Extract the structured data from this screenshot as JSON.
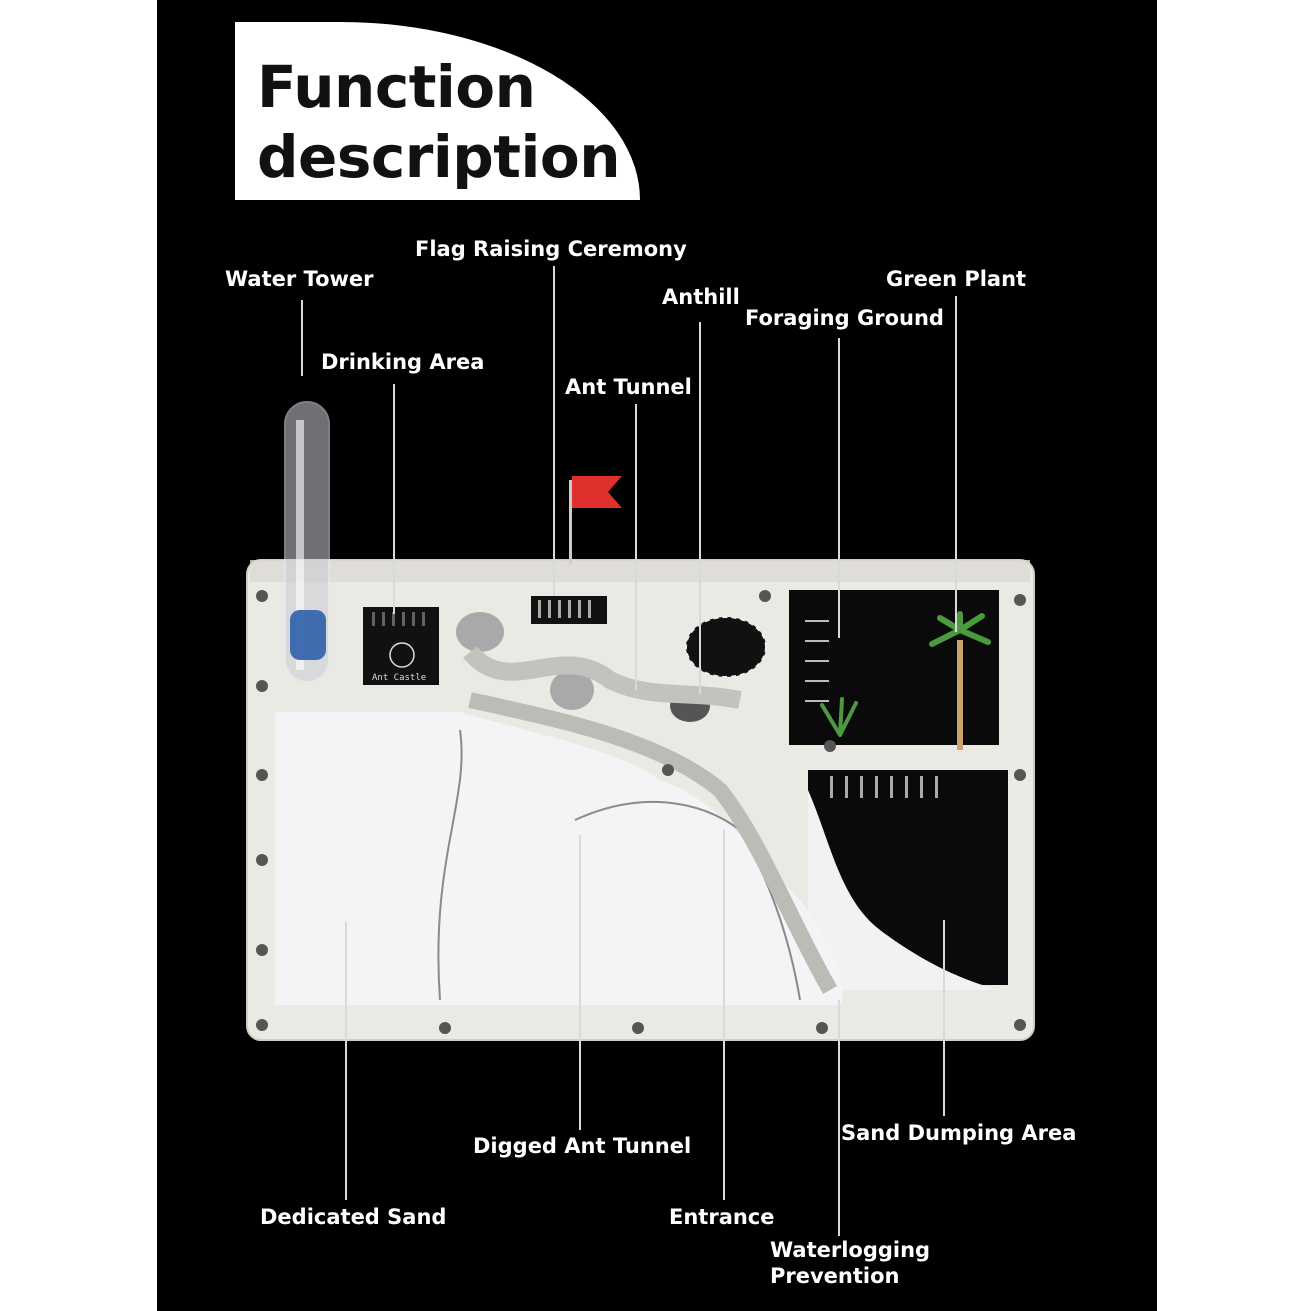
{
  "title": "Function\ndescription",
  "labels": {
    "water_tower": "Water Tower",
    "flag_raising_ceremony": "Flag Raising Ceremony",
    "anthill": "Anthill",
    "green_plant": "Green Plant",
    "foraging_ground": "Foraging Ground",
    "drinking_area": "Drinking Area",
    "ant_tunnel": "Ant Tunnel",
    "digged_ant_tunnel": "Digged Ant Tunnel",
    "sand_dumping_area": "Sand Dumping Area",
    "dedicated_sand": "Dedicated Sand",
    "entrance": "Entrance",
    "waterlogging_prevention": "Waterlogging Prevention"
  },
  "product_print": "Ant Castle",
  "colors": {
    "background": "#000000",
    "title_box": "#ffffff",
    "label_text": "#ffffff",
    "flag": "#e0302e",
    "frame": "#ebe9e4",
    "sand": "#f4f4f6",
    "plant": "#4c9a3e"
  }
}
